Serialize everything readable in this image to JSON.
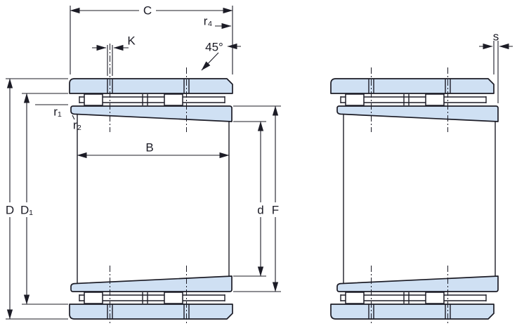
{
  "drawing": {
    "labels": {
      "C": "C",
      "r4": "r₄",
      "deg45": "45°",
      "K": "K",
      "r1": "r₁",
      "r2": "r₂",
      "B": "B",
      "D": "D",
      "D1": "D₁",
      "d": "d",
      "F": "F",
      "s": "s"
    },
    "colors": {
      "line": "#1c1c26",
      "ring_fill": "#cfe0f3",
      "roller_fill": "#ffffff",
      "background": "#ffffff"
    }
  }
}
